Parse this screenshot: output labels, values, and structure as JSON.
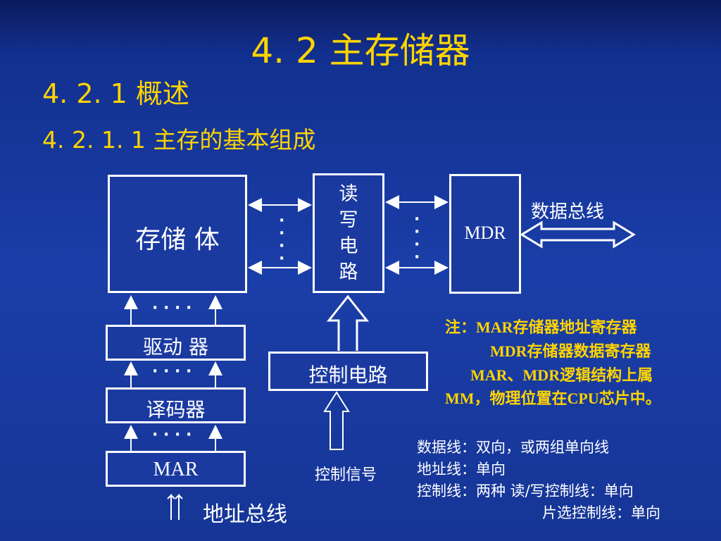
{
  "slide": {
    "title": "4. 2  主存储器",
    "section": "4. 2. 1  概述",
    "subsection": "4. 2. 1. 1    主存的基本组成"
  },
  "diagram": {
    "storage_label": "存储 体",
    "rw_circuit_label": "读\n写\n电\n路",
    "mdr_label": "MDR",
    "driver_label": "驱动 器",
    "decoder_label": "译码器",
    "mar_label": "MAR",
    "control_circuit_label": "控制电路",
    "data_bus_label": "数据总线",
    "address_bus_label": "地址总线",
    "control_signal_label": "控制信号",
    "dots_vertical": "·\n·\n·\n·",
    "dots_horizontal": "· · · ·"
  },
  "notes": {
    "line1": "注：MAR存储器地址寄存器",
    "line2": "MDR存储器数据寄存器",
    "line3": "MAR、MDR逻辑结构上属",
    "line4": "MM，物理位置在CPU芯片中。"
  },
  "legend": {
    "data_line": "数据线：双向，或两组单向线",
    "address_line": "地址线：单向",
    "control_line": "控制线：两种  读/写控制线：单向",
    "chip_select_line": "片选控制线：单向"
  },
  "colors": {
    "background": "#1a3ea8",
    "title": "#ffd400",
    "lines": "#ffffff"
  }
}
